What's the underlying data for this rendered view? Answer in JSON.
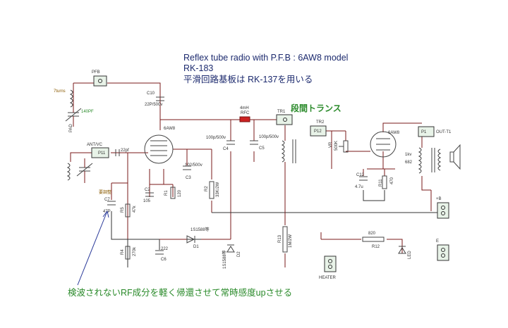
{
  "header": {
    "title_line1": "Reflex tube radio  with P.F.B  : 6AW8 model",
    "title_line2": "RK-183",
    "title_line3": "平滑回路基板は RK-137を用いる"
  },
  "notes": {
    "interstage_transformer": "段間トランス",
    "feedback_note": "検波されないRF成分を軽く帰還させて常時感度upさせる"
  },
  "parts": {
    "tube1": "6AW8",
    "tube2": "6AW8",
    "pfb": "PFB",
    "ant_vc": "ANT/VC",
    "p11": "P11",
    "tr1": "TR1",
    "tr2": "TR2",
    "p12": "P12",
    "p1": "P1",
    "out_t1": "OUT-T1",
    "b_plus": "+B",
    "e": "E",
    "heater": "HEATER",
    "turns": "7turns",
    "c_140pf": "140PF",
    "pad": "PAD",
    "c10": "C10",
    "c10_val": "22P/500v",
    "c_22pf": "22pf",
    "c7_label": "要調整",
    "c7": "C7",
    "c7_val": "47P",
    "c2": "C2",
    "c2_val": "105",
    "c3": "C3",
    "c3_val": "102/500v",
    "c4": "C4",
    "c4_val": "100p/500v",
    "c5": "C5",
    "c5_val": "100p/500v",
    "c6": "C6",
    "c6_val": "222",
    "c12": "C12",
    "c12_val": "4.7u",
    "r5": "R5",
    "r5_val": "47k",
    "r4": "R4",
    "r4_val": "270k",
    "r1": "R1",
    "r1_val": "120",
    "r2": "R2",
    "r2_val": "33K/2W",
    "r13": "R13",
    "r13_val": "1M/2W",
    "r11": "R11",
    "r11_val": "470",
    "r12": "R12",
    "r12_val": "820",
    "r_1kv": "1kv",
    "r_682": "682",
    "vr": "VR",
    "vr_val": "500K",
    "rfc": "RFC",
    "rfc_val": "4mH",
    "d1": "D1",
    "d1_val": "1S1588等",
    "d2": "D2",
    "d2_val": "1S1588等",
    "led": "LED"
  },
  "colors": {
    "wire": "#7a1a1a",
    "connector_fill": "#e8f3e8",
    "title": "#1c2a6e",
    "note_green": "#2a8a2a",
    "rfc": "#cc2222"
  }
}
